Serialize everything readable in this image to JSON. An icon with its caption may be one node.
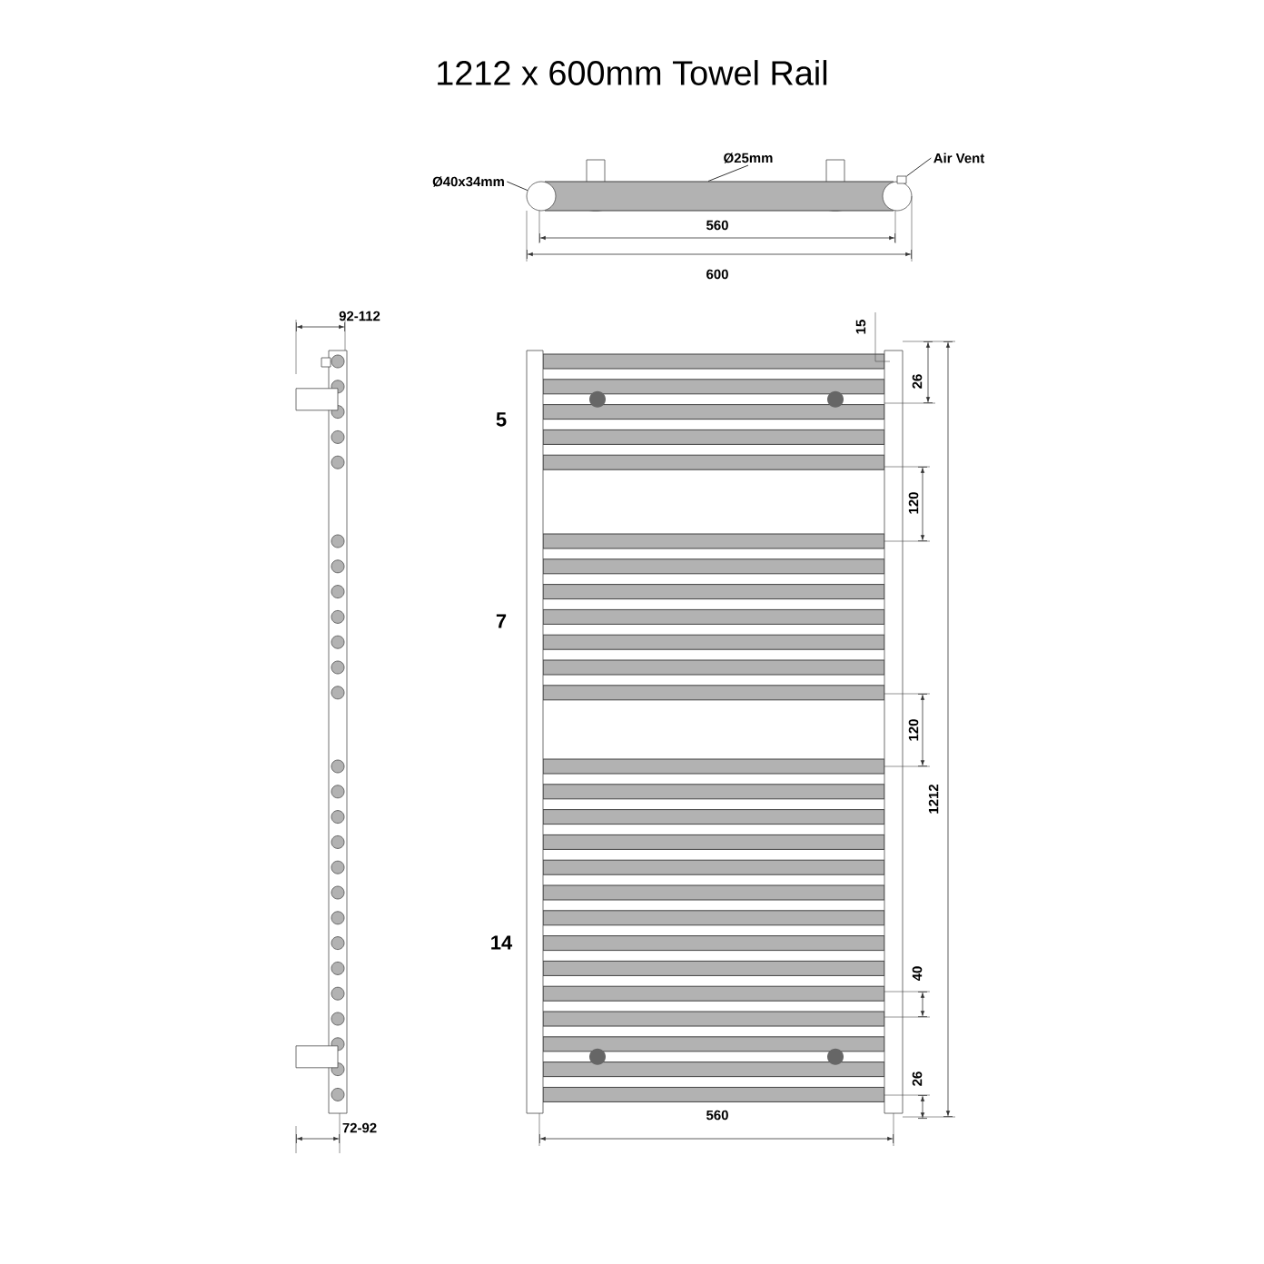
{
  "diagram": {
    "title": "1212 x 600mm Towel Rail",
    "nodes": [
      {
        "text": [
          "Ø40x34mm"
        ]
      },
      {
        "text": [
          "Ø25mm"
        ]
      },
      {
        "text": [
          "Air Vent"
        ]
      },
      {
        "text": [],
        "shape": "circle"
      },
      {
        "text": [],
        "shape": "bar"
      },
      {
        "text": [],
        "shape": "box"
      }
    ],
    "edges": [
      {
        "from": 0,
        "to": 3,
        "arrow": "none"
      },
      {
        "from": 1,
        "to": 4,
        "arrow": "none"
      },
      {
        "from": 2,
        "to": 5,
        "arrow": "none"
      }
    ],
    "labels": [
      "560",
      "600",
      "92-112",
      "15",
      "26",
      "5",
      "120",
      "7",
      "120",
      "1212",
      "14",
      "40",
      "26",
      "72-92",
      "560"
    ]
  }
}
